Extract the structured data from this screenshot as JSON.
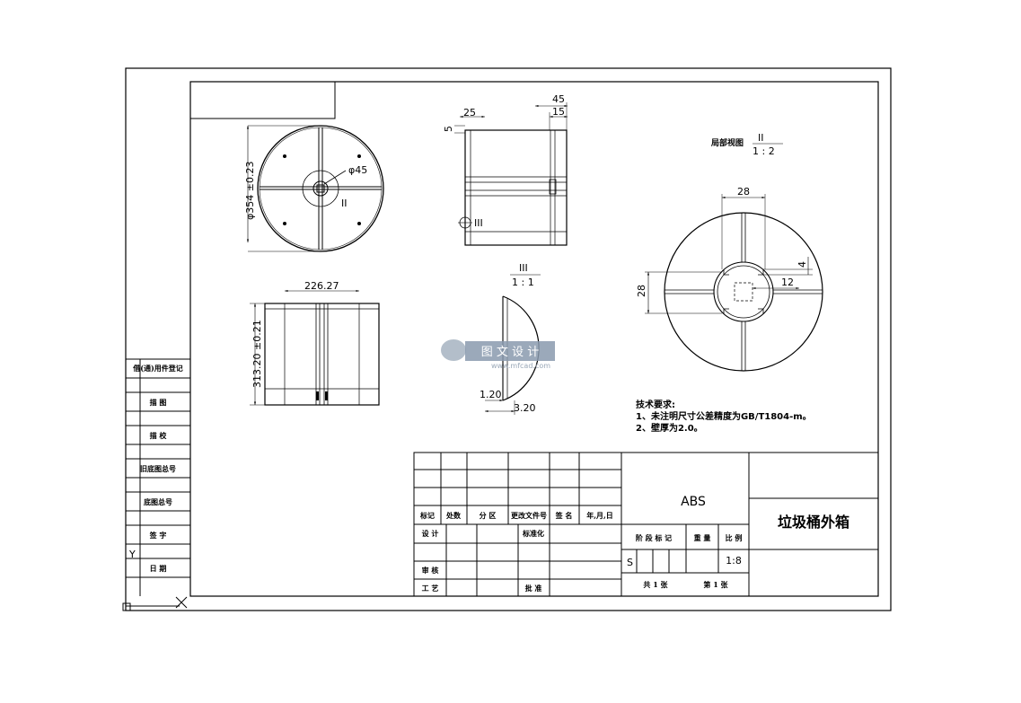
{
  "dimensions": {
    "d354": "φ354 ±0.23",
    "d45": "φ45",
    "h313": "313.20 ±0.21",
    "w226": "226.27",
    "d25": "25",
    "d45top": "45",
    "d15": "15",
    "d5": "5",
    "d28a": "28",
    "d28b": "28",
    "d4": "4",
    "d12": "12",
    "d120": "1.20",
    "d320": "3.20"
  },
  "views": {
    "roman2": "II",
    "roman3": "III",
    "local_view_label": "局部视图",
    "scale_12": "1 : 2",
    "scale_11": "1 : 1"
  },
  "tech_requirements": {
    "title": "技术要求:",
    "item1": "1、未注明尺寸公差精度为GB/T1804-m。",
    "item2": "2、壁厚为2.0。"
  },
  "side_table": {
    "r1": "借(通)用件登记",
    "r2": "描  图",
    "r3": "描  校",
    "r4": "旧底图总号",
    "r5": "底图总号",
    "r6": "签  字",
    "r7": "日  期"
  },
  "title_block": {
    "material": "ABS",
    "part_name": "垃圾桶外箱",
    "h_mark": "标记",
    "h_count": "处数",
    "h_zone": "分 区",
    "h_doc": "更改文件号",
    "h_sign": "签 名",
    "h_date": "年,月,日",
    "design": "设 计",
    "standard": "标准化",
    "review": "审 核",
    "process": "工 艺",
    "approve": "批 准",
    "stage": "阶 段 标 记",
    "weight": "重 量",
    "scale_label": "比 例",
    "stage_value": "S",
    "scale_value": "1:8",
    "sheets_total": "共 1 张",
    "sheet_no": "第 1 张"
  },
  "watermark": {
    "text": "图 文 设 计",
    "url": "www.mfcad.com"
  },
  "ucs": {
    "y": "Y"
  }
}
